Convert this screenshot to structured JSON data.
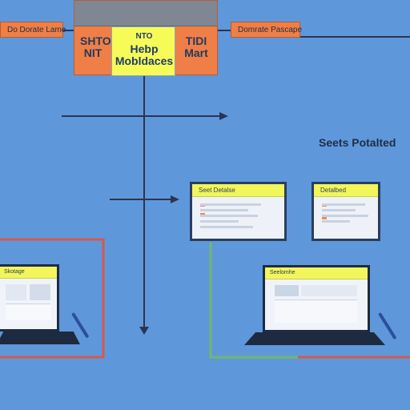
{
  "labels": {
    "top_left": "Do Dorate Lame",
    "top_right": "Domrate Pascape",
    "center_top": "NTO",
    "center_main": "Hebp Mobldaces",
    "left_block": "SHTO NIT",
    "right_block": "TIDI Mart",
    "section_heading": "Seets Potalted",
    "window1_title": "Seet Detalse",
    "window2_title": "Detalbed",
    "laptop_left_title": "Skotage",
    "laptop_right_title": "Seelomhe"
  },
  "colors": {
    "background": "#5f97db",
    "orange": "#ef7f46",
    "yellow": "#f6fb58",
    "dark": "#1d2a3f",
    "red_line": "#d45a4f",
    "green_line": "#70b96b",
    "line": "#2a3550"
  },
  "icons": {
    "laptop_left": "laptop-icon",
    "laptop_right": "laptop-icon",
    "window_left": "window-icon",
    "window_right": "window-icon"
  }
}
